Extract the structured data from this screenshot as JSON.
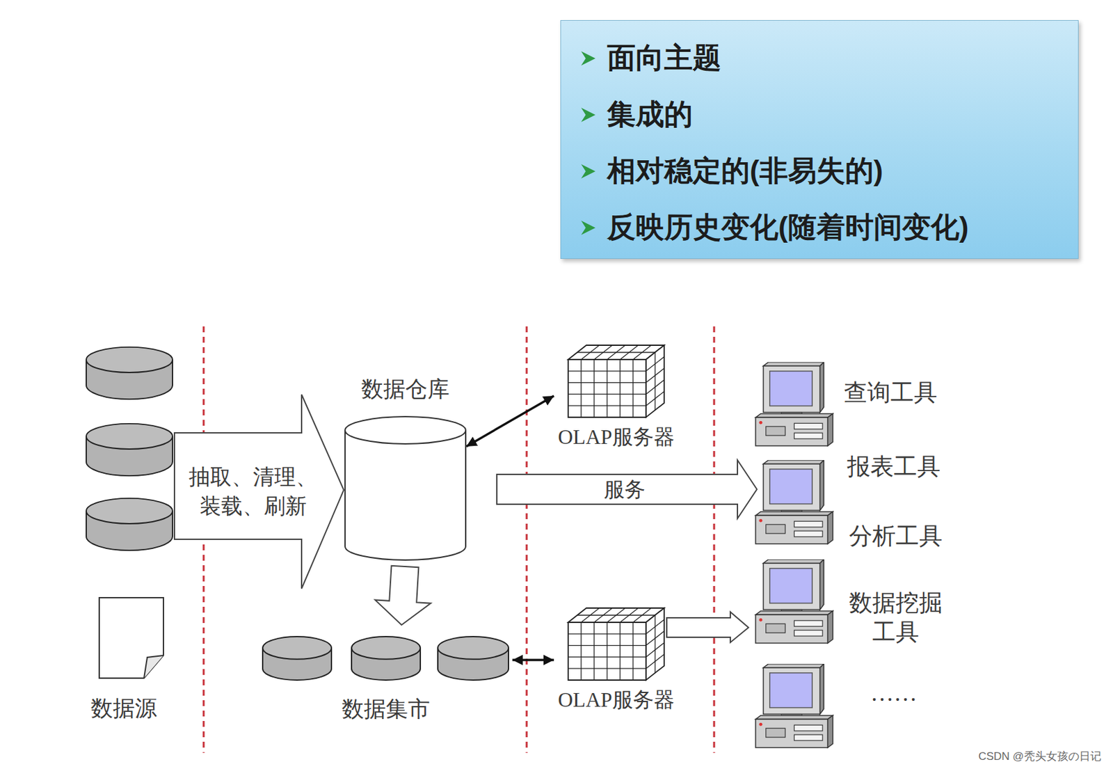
{
  "diagram": {
    "nodes": [
      {
        "text": [
          "面向主题",
          "集成的",
          "相对稳定的(非易失的)",
          "反映历史变化(随着时间变化)"
        ]
      },
      {
        "text": [
          "抽取、清理、 装载、刷新"
        ]
      },
      {
        "text": [
          "数据仓库"
        ]
      },
      {
        "text": [
          "OLAP服务器"
        ]
      },
      {
        "text": [
          "数据集市"
        ]
      },
      {
        "text": [
          "OLAP服务器"
        ]
      }
    ],
    "edges": [
      {
        "from": 2,
        "to": 3,
        "arrow": "both"
      },
      {
        "from": 2,
        "to": 4,
        "arrow": "to"
      },
      {
        "from": 4,
        "to": 5,
        "arrow": "both"
      }
    ],
    "labels": [
      "数据源",
      "服务",
      "查询工具",
      "报表工具",
      "分析工具",
      "数据挖掘 工具",
      "……",
      "CSDN @秃头女孩の日记"
    ]
  }
}
